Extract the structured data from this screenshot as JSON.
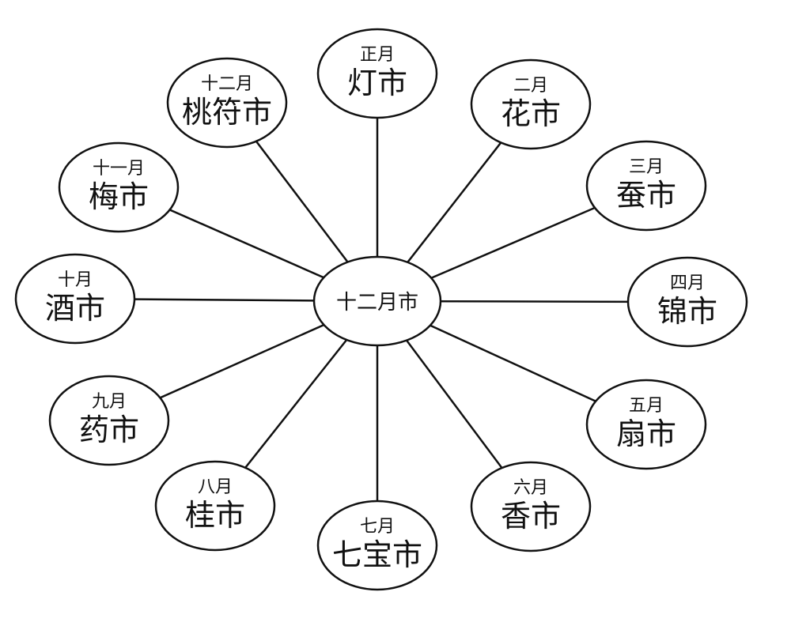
{
  "center": {
    "label": "十二月市"
  },
  "markets": [
    {
      "month": "正月",
      "name": "灯市"
    },
    {
      "month": "二月",
      "name": "花市"
    },
    {
      "month": "三月",
      "name": "蚕市"
    },
    {
      "month": "四月",
      "name": "锦市"
    },
    {
      "month": "五月",
      "name": "扇市"
    },
    {
      "month": "六月",
      "name": "香市"
    },
    {
      "month": "七月",
      "name": "七宝市"
    },
    {
      "month": "八月",
      "name": "桂市"
    },
    {
      "month": "九月",
      "name": "药市"
    },
    {
      "month": "十月",
      "name": "酒市"
    },
    {
      "month": "十一月",
      "name": "梅市"
    },
    {
      "month": "十二月",
      "name": "桃符市"
    }
  ]
}
